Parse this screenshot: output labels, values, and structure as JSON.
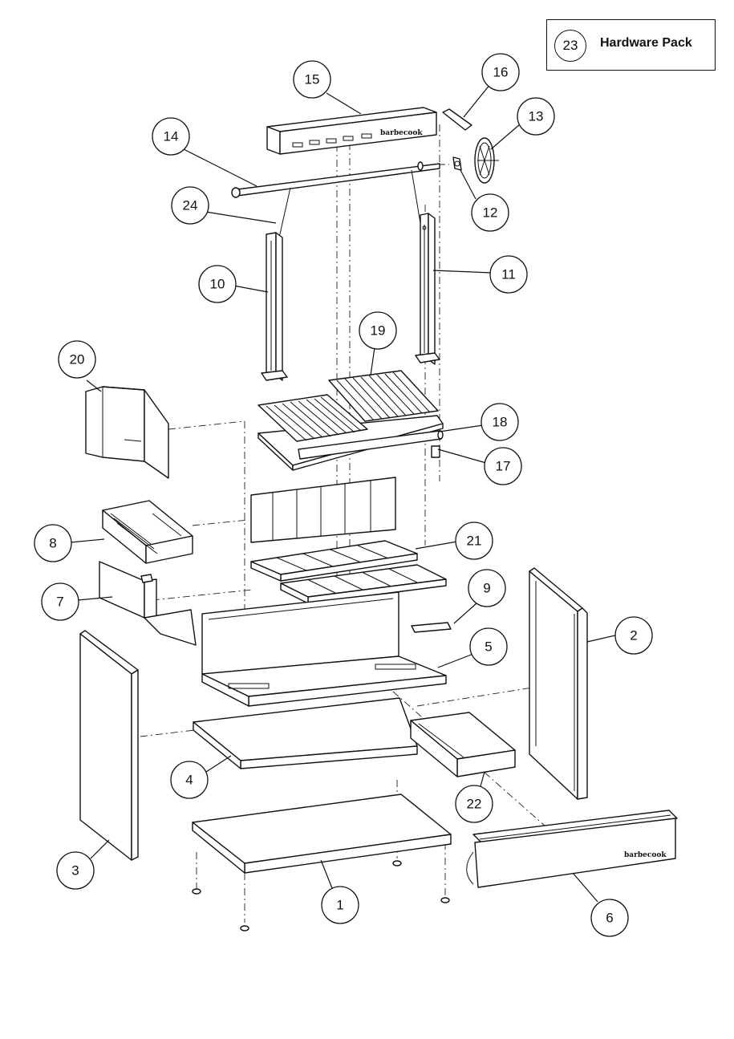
{
  "hardware_pack": {
    "number": "23",
    "label": "Hardware Pack"
  },
  "brand_text": "barbecook",
  "callouts": [
    "1",
    "2",
    "3",
    "4",
    "5",
    "6",
    "7",
    "8",
    "9",
    "10",
    "11",
    "12",
    "13",
    "14",
    "15",
    "16",
    "17",
    "18",
    "19",
    "20",
    "21",
    "22",
    "24"
  ]
}
